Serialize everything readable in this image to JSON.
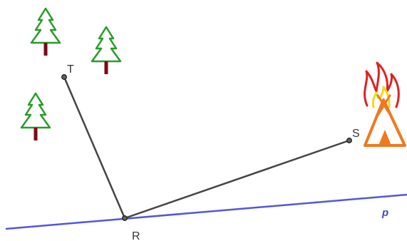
{
  "points": {
    "T": {
      "label": "T"
    },
    "R": {
      "label": "R"
    },
    "S": {
      "label": "S"
    }
  },
  "line": {
    "label": "p",
    "color": "#5555dd"
  },
  "segments": {
    "color": "#444444"
  },
  "icons": {
    "trees": [
      "tree-icon",
      "tree-icon",
      "tree-icon"
    ],
    "campfire": "campfire-tent-icon"
  },
  "colors": {
    "tree_green": "#2a9a2a",
    "tree_trunk": "#7a0a14",
    "flame_red": "#dd2222",
    "flame_yellow": "#f2d81c",
    "tent_orange": "#f07820"
  }
}
